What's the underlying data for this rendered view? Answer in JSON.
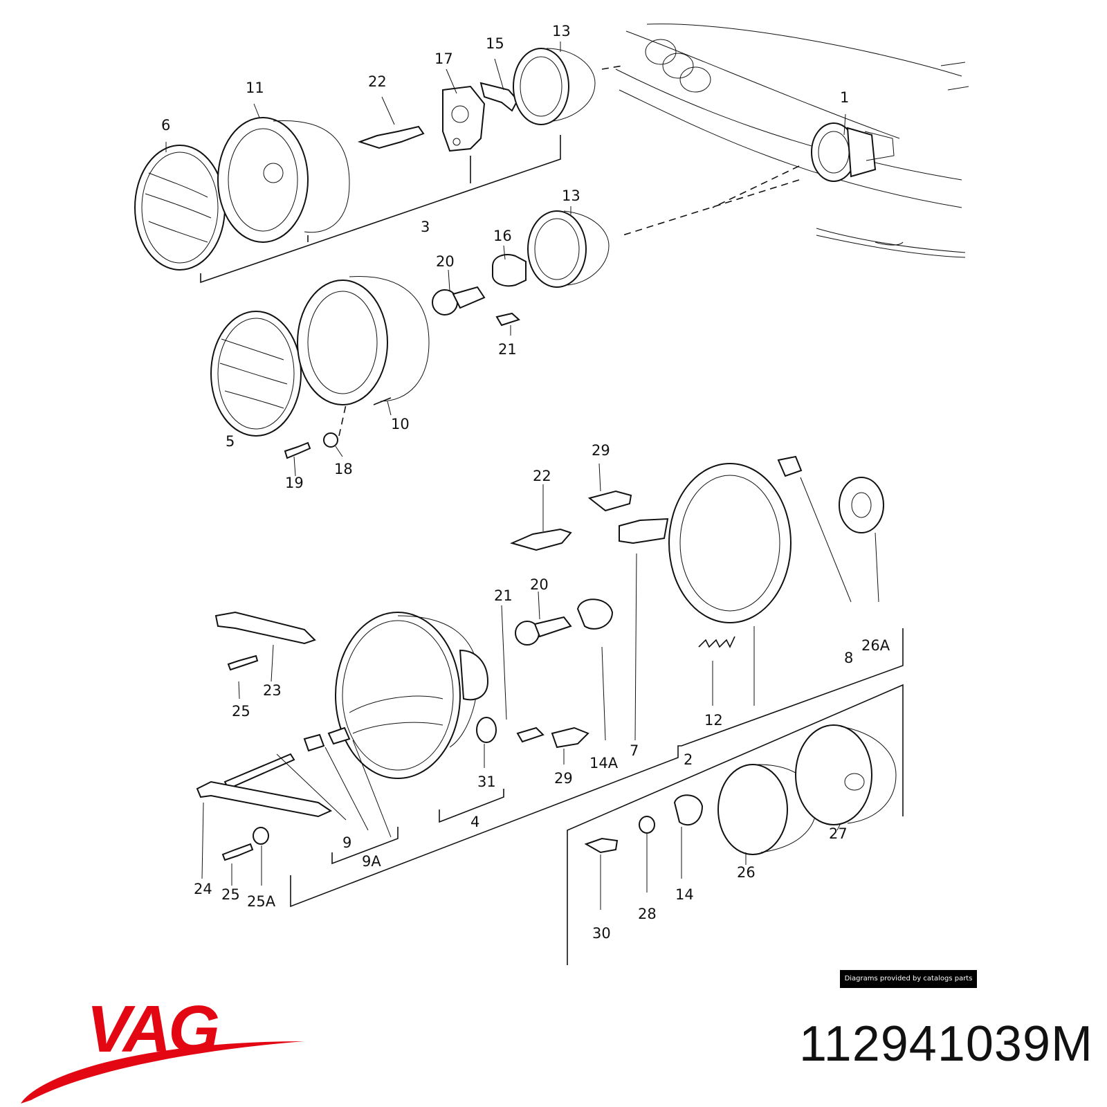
{
  "diagram": {
    "callouts": [
      "1",
      "2",
      "3",
      "4",
      "5",
      "6",
      "7",
      "8",
      "9",
      "9A",
      "10",
      "11",
      "12",
      "13",
      "13",
      "14",
      "14A",
      "15",
      "16",
      "17",
      "18",
      "19",
      "20",
      "20",
      "21",
      "21",
      "22",
      "22",
      "23",
      "24",
      "25",
      "25",
      "25A",
      "26",
      "26A",
      "27",
      "28",
      "29",
      "29",
      "30",
      "31"
    ]
  },
  "credit": "Diagrams provided by catalogs parts",
  "brand": {
    "logo_text": "VAG",
    "logo_color": "#e30613"
  },
  "part_number": "112941039M"
}
